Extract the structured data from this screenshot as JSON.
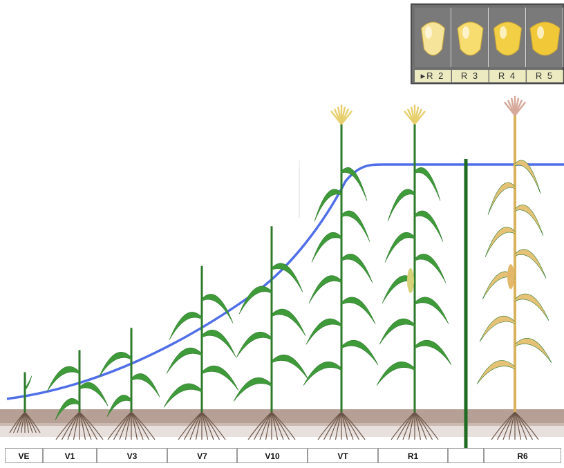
{
  "kernel_stages": [
    {
      "label": "R 2",
      "selected": true,
      "color": "#f6e49a"
    },
    {
      "label": "R 3",
      "selected": false,
      "color": "#f7dc70"
    },
    {
      "label": "R 4",
      "selected": false,
      "color": "#f2cf45"
    },
    {
      "label": "R 5",
      "selected": false,
      "color": "#f0c838"
    }
  ],
  "growth_stages": [
    {
      "label": "VE",
      "plant": "seedling",
      "height": 0.09
    },
    {
      "label": "V1",
      "plant": "young",
      "height": 0.14
    },
    {
      "label": "V3",
      "plant": "young",
      "height": 0.19
    },
    {
      "label": "V7",
      "plant": "vegetative",
      "height": 0.33
    },
    {
      "label": "V10",
      "plant": "vegetative",
      "height": 0.42
    },
    {
      "label": "VT",
      "plant": "tasseled",
      "height": 0.66
    },
    {
      "label": "R1",
      "plant": "tasseled",
      "height": 0.66
    },
    {
      "label": "",
      "plant": "none",
      "height": 0
    },
    {
      "label": "R6",
      "plant": "mature",
      "height": 0.68
    }
  ],
  "colors": {
    "curve": "#4f6ee8",
    "leaf": "#3f9a3a",
    "leaf_dark": "#2c7a2a",
    "mature_leaf": "#e6c277",
    "tassel": "#e8cf6e",
    "soil": "#a98f83",
    "root": "#6a5447",
    "divider": "#1f6b21"
  }
}
